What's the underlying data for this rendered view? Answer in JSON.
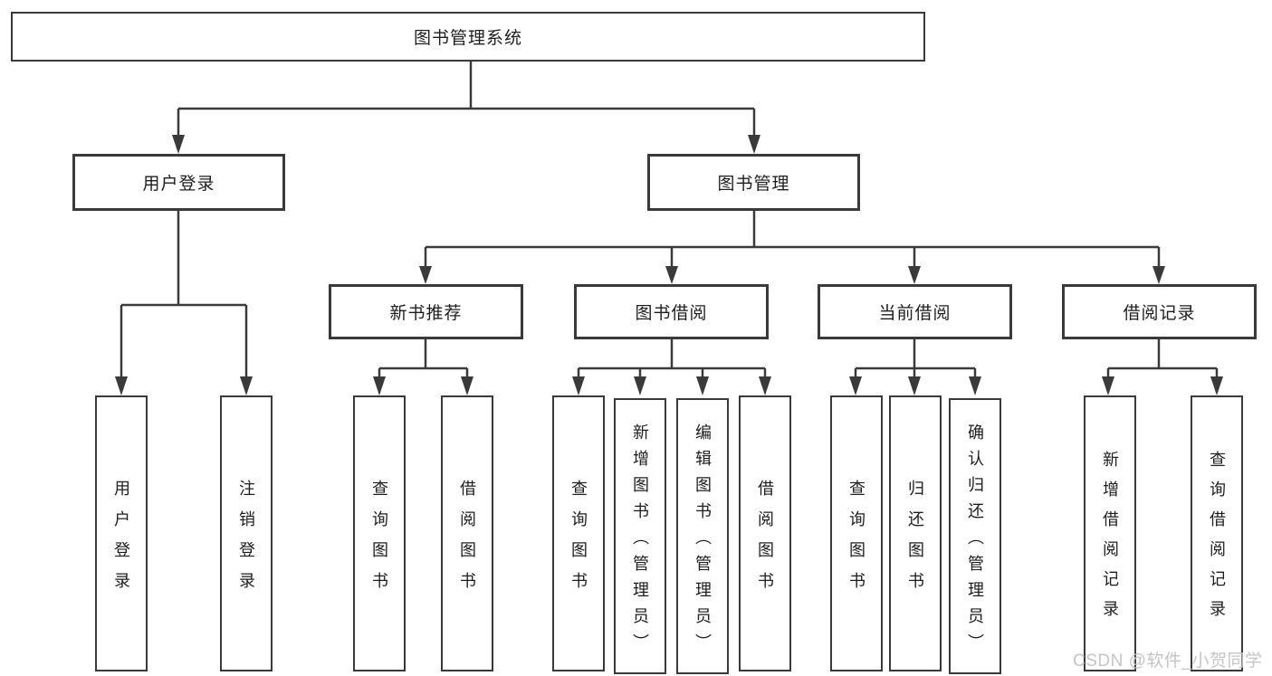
{
  "diagram": {
    "title": "图书管理系统",
    "type": "hierarchy-tree",
    "colors": {
      "line": "#3a3a3a",
      "box_border": "#3a3a3a",
      "box_fill": "#ffffff",
      "text": "#1e1e1e",
      "watermark": "#c5c5c5",
      "background": "#ffffff"
    },
    "nodes": {
      "root": {
        "label": "图书管理系统"
      },
      "level2": [
        {
          "label": "用户登录"
        },
        {
          "label": "图书管理"
        }
      ],
      "login_leaves": [
        {
          "label": "用户登录"
        },
        {
          "label": "注销登录"
        }
      ],
      "level3": [
        {
          "label": "新书推荐"
        },
        {
          "label": "图书借阅"
        },
        {
          "label": "当前借阅"
        },
        {
          "label": "借阅记录"
        }
      ],
      "recommend_leaves": [
        {
          "label": "查询图书"
        },
        {
          "label": "借阅图书"
        }
      ],
      "borrow_leaves": [
        {
          "label": "查询图书"
        },
        {
          "label": "新增图书（管理员）"
        },
        {
          "label": "编辑图书（管理员）"
        },
        {
          "label": "借阅图书"
        }
      ],
      "current_leaves": [
        {
          "label": "查询图书"
        },
        {
          "label": "归还图书"
        },
        {
          "label": "确认归还（管理员）"
        }
      ],
      "record_leaves": [
        {
          "label": "新增借阅记录"
        },
        {
          "label": "查询借阅记录"
        }
      ]
    },
    "watermark": {
      "text": "CSDN @软件_小贺同学"
    }
  }
}
